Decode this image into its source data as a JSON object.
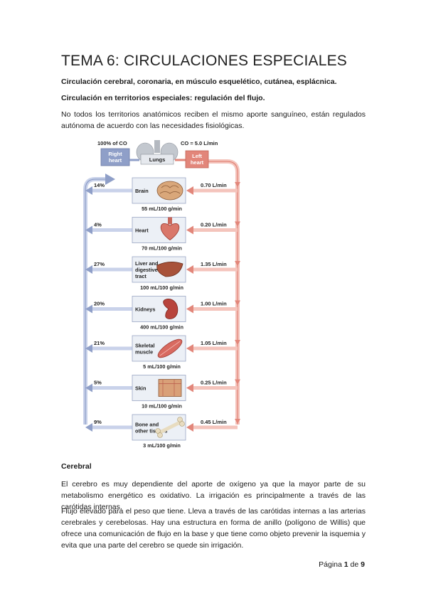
{
  "page": {
    "title": "TEMA 6: CIRCULACIONES ESPECIALES",
    "subtitle_1": "Circulación cerebral, coronaria, en músculo esquelético, cutánea, esplácnica.",
    "subtitle_2": "Circulación en territorios especiales: regulación del flujo.",
    "intro": "No todos los territorios anatómicos reciben el mismo aporte sanguíneo, están regulados autónoma de acuerdo con las necesidades fisiológicas."
  },
  "diagram": {
    "co_total": "100% of CO",
    "co_value": "CO = 5.0 L/min",
    "right_heart": [
      "Right",
      "heart"
    ],
    "lungs": "Lungs",
    "left_heart": [
      "Left",
      "heart"
    ],
    "organs": [
      {
        "name": [
          "Brain"
        ],
        "percent": "14%",
        "flow": "0.70 L/min",
        "per_mass": "55 mL/100 g/min",
        "icon": "brain-icon",
        "color": "#d9a77a"
      },
      {
        "name": [
          "Heart"
        ],
        "percent": "4%",
        "flow": "0.20 L/min",
        "per_mass": "70 mL/100 g/min",
        "icon": "heart-icon",
        "color": "#d9776a"
      },
      {
        "name": [
          "Liver and",
          "digestive",
          "tract"
        ],
        "percent": "27%",
        "flow": "1.35 L/min",
        "per_mass": "100 mL/100 g/min",
        "icon": "liver-icon",
        "color": "#a8523a"
      },
      {
        "name": [
          "Kidneys"
        ],
        "percent": "20%",
        "flow": "1.00 L/min",
        "per_mass": "400 mL/100 g/min",
        "icon": "kidney-icon",
        "color": "#b8443c"
      },
      {
        "name": [
          "Skeletal",
          "muscle"
        ],
        "percent": "21%",
        "flow": "1.05 L/min",
        "per_mass": "5 mL/100 g/min",
        "icon": "muscle-icon",
        "color": "#d86a60"
      },
      {
        "name": [
          "Skin"
        ],
        "percent": "5%",
        "flow": "0.25 L/min",
        "per_mass": "10 mL/100 g/min",
        "icon": "skin-icon",
        "color": "#d9a078"
      },
      {
        "name": [
          "Bone and",
          "other tissues"
        ],
        "percent": "9%",
        "flow": "0.45 L/min",
        "per_mass": "3 mL/100 g/min",
        "icon": "bone-icon",
        "color": "#e8dcc0"
      }
    ],
    "colors": {
      "arterial": "#e2867a",
      "venous": "#8f9fc8",
      "box_fill": "#ecf0f6",
      "box_stroke": "#9aa6c4"
    }
  },
  "cerebral": {
    "heading": "Cerebral",
    "p1": "El cerebro es muy dependiente del aporte de oxígeno ya que la mayor parte de su metabolismo energético es oxidativo. La irrigación es principalmente a través de las carótidas internas.",
    "p2": "Flujo elevado para el peso que tiene. Lleva a través de las carótidas internas a las arterias cerebrales y cerebelosas. Hay una estructura en forma de anillo (polígono de Willis) que ofrece una comunicación de flujo en la base y que tiene como objeto prevenir la isquemia y evita que una parte del cerebro se quede sin irrigación."
  },
  "footer": {
    "label": "Página",
    "current": "1",
    "of": "de",
    "total": "9"
  }
}
